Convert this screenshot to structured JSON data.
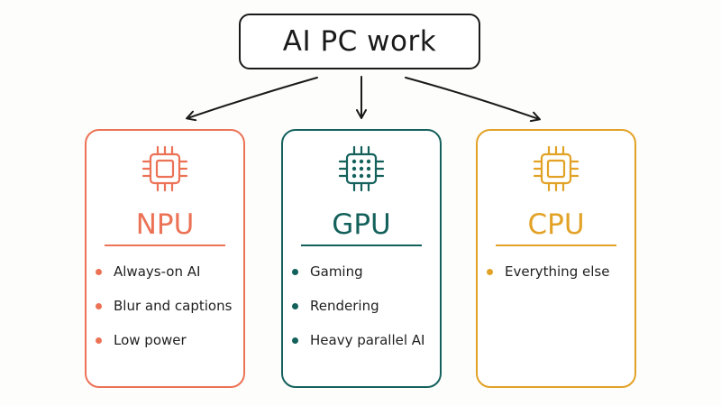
{
  "title": "AI PC work",
  "colors": {
    "npu": "#ec7256",
    "gpu": "#14615c",
    "cpu": "#e2a226",
    "ink": "#1a1a1a"
  },
  "cards": [
    {
      "id": "npu",
      "title": "NPU",
      "icon": "chip-icon",
      "items": [
        "Always-on AI",
        "Blur and captions",
        "Low power"
      ]
    },
    {
      "id": "gpu",
      "title": "GPU",
      "icon": "chip-grid-icon",
      "items": [
        "Gaming",
        "Rendering",
        "Heavy parallel AI"
      ]
    },
    {
      "id": "cpu",
      "title": "CPU",
      "icon": "chip-icon",
      "items": [
        "Everything else"
      ]
    }
  ]
}
